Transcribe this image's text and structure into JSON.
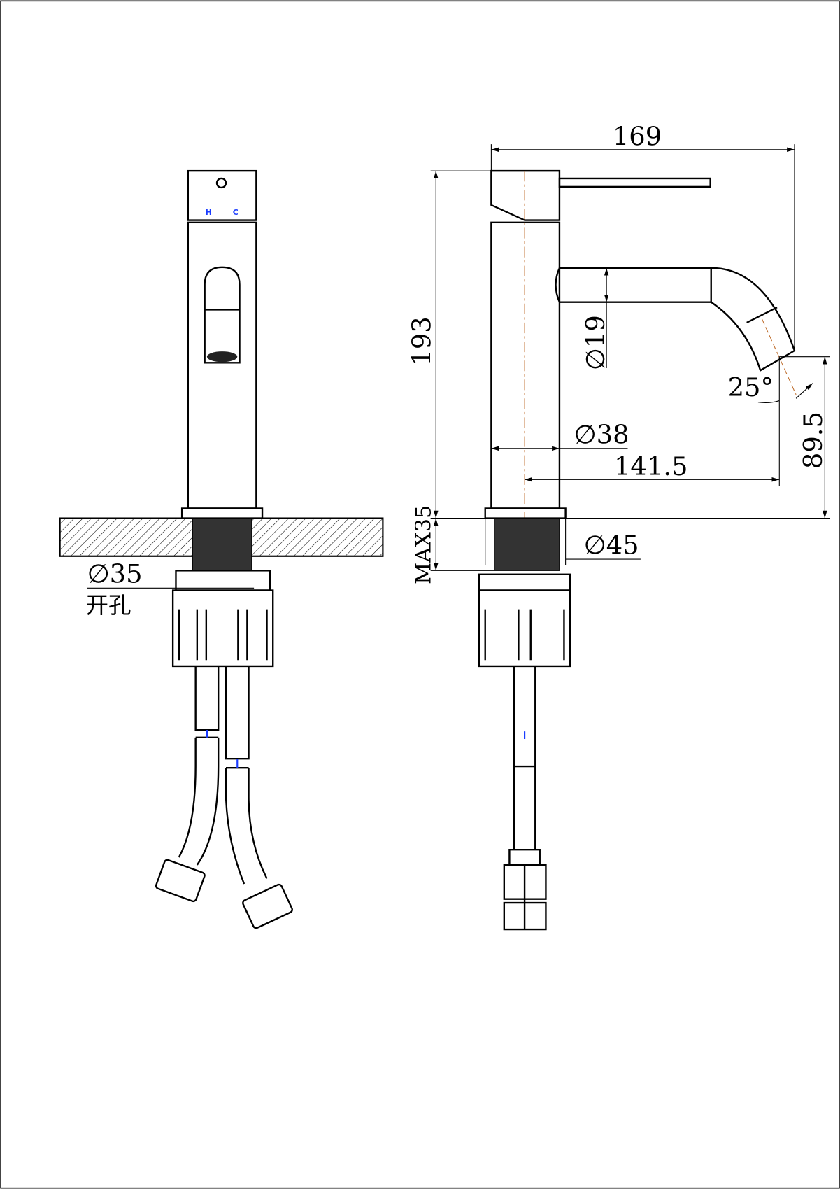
{
  "drawing": {
    "marks": {
      "hot": "H",
      "cold": "C"
    },
    "dimensions": {
      "overall_length": "169",
      "overall_height": "193",
      "spout_diameter": "∅19",
      "spout_angle": "25°",
      "spout_height": "89.5",
      "body_diameter": "∅38",
      "spout_reach": "141.5",
      "max_counter_thickness": "MAX35",
      "flange_diameter": "∅45",
      "hole_diameter": "∅35",
      "hole_label": "开孔"
    },
    "colors": {
      "line": "#000000",
      "centerline": "#c07030",
      "marker": "#1a3cff"
    }
  }
}
